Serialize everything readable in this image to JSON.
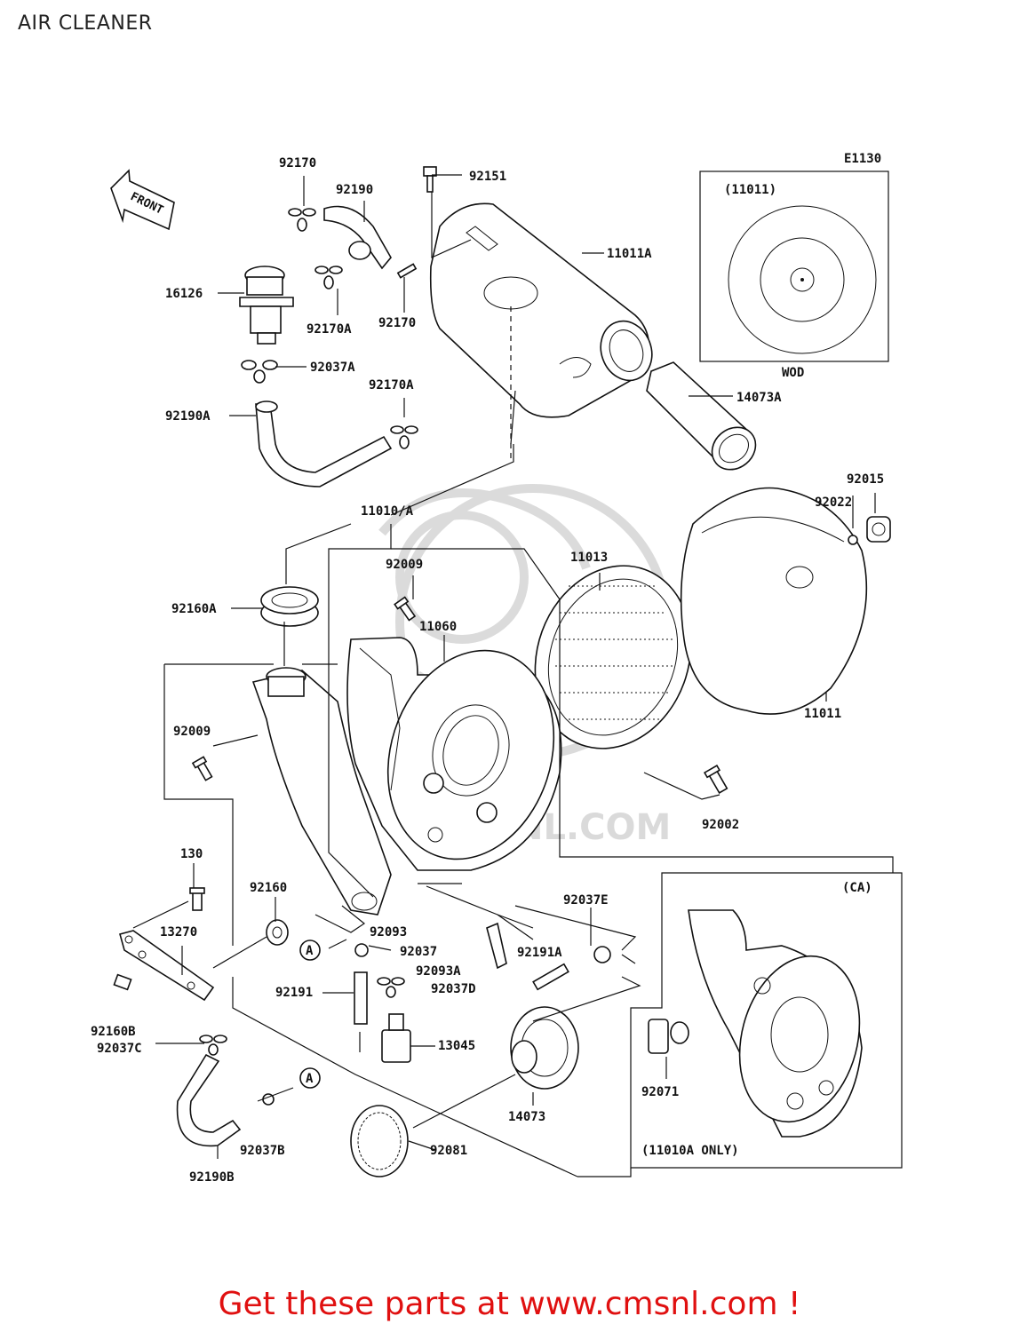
{
  "title": "AIR CLEANER",
  "diagram_code": "E1130",
  "front_label": "FRONT",
  "watermark": "CMSNL.COM",
  "box_wod": {
    "ref": "(11011)",
    "caption": "WOD"
  },
  "box_ca": {
    "ref": "(CA)",
    "caption": "(11010A ONLY)"
  },
  "callout_letter": "A",
  "parts": {
    "p92170_top": "92170",
    "p92190": "92190",
    "p92151": "92151",
    "p11011A": "11011A",
    "p16126": "16126",
    "p92170A_left": "92170A",
    "p92170_mid": "92170",
    "p92037A": "92037A",
    "p92170A_mid": "92170A",
    "p14073A": "14073A",
    "p92190A": "92190A",
    "p92015": "92015",
    "p92022": "92022",
    "p11010A": "11010/A",
    "p92009_top": "92009",
    "p11013": "11013",
    "p92160A": "92160A",
    "p11060": "11060",
    "p11011": "11011",
    "p92009_left": "92009",
    "p92002": "92002",
    "p130": "130",
    "p92160": "92160",
    "p92037E": "92037E",
    "p13270": "13270",
    "p92093": "92093",
    "p92037": "92037",
    "p92191A": "92191A",
    "p92093A": "92093A",
    "p92191": "92191",
    "p92037D": "92037D",
    "p92160B": "92160B",
    "p13045": "13045",
    "p92037C": "92037C",
    "p92071": "92071",
    "p14073": "14073",
    "p92037B": "92037B",
    "p92081": "92081",
    "p92190B": "92190B"
  },
  "footer": "Get these parts at www.cmsnl.com !"
}
